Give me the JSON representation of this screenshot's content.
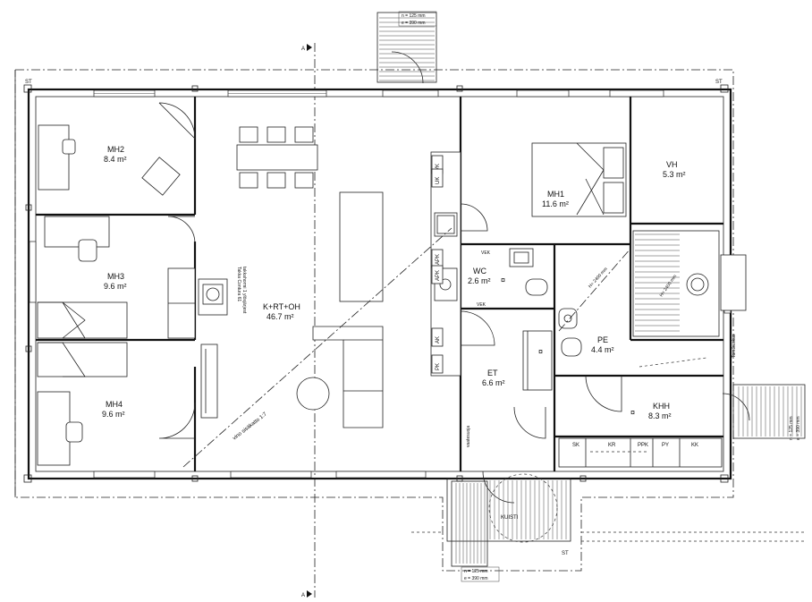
{
  "rooms": {
    "mh2": {
      "name": "MH2",
      "area": "8.4 m²"
    },
    "mh1": {
      "name": "MH1",
      "area": "11.6 m²"
    },
    "vh": {
      "name": "VH",
      "area": "5.3 m²"
    },
    "mh3": {
      "name": "MH3",
      "area": "9.6 m²"
    },
    "krtoh": {
      "name": "K+RT+OH",
      "area": "46.7 m²"
    },
    "wc": {
      "name": "WC",
      "area": "2.6 m²"
    },
    "pe": {
      "name": "PE",
      "area": "4.4 m²"
    },
    "et": {
      "name": "ET",
      "area": "6.6 m²"
    },
    "khh": {
      "name": "KHH",
      "area": "8.3 m²"
    },
    "mh4": {
      "name": "MH4",
      "area": "9.6 m²"
    }
  },
  "labels": {
    "st_tl": "ST",
    "st_tr": "ST",
    "st_br": "ST",
    "section_a_top": "A",
    "section_a_bottom": "A",
    "vino_sisakatto": "vino sisäkatto 1:7",
    "takka": "Takka Contura 61",
    "takka_sub": "takkahormi 1 ylösjärjest",
    "kuisti": "KUISTI",
    "tomtkeskus": "Tomtkeskus",
    "vaatesuoja": "vaatesuoja",
    "h2400_a": "H= 2400 mm",
    "h2400_b": "H= 2400 mm",
    "vek_a": "VEK",
    "vek_b": "VEK",
    "dim_top_n": "n = 125 mm",
    "dim_top_e": "e = 390 mm",
    "dim_bot_n": "n = 125 mm",
    "dim_bot_e": "e = 390 mm",
    "dim_right_n": "n = 125 mm",
    "dim_right_e": "e = 390 mm"
  },
  "cabinets_kitchen": [
    "VK",
    "UK",
    "APK",
    "APK",
    "AK",
    "PK"
  ],
  "cabinets_khh": [
    "SK",
    "KR",
    "PPK",
    "PY",
    "KK"
  ]
}
